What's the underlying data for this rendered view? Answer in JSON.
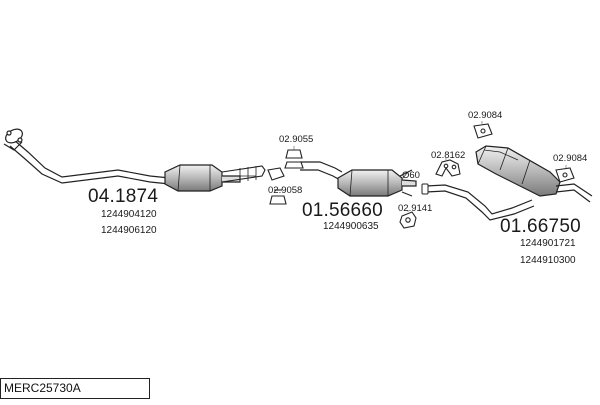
{
  "diagram": {
    "groups": [
      {
        "part_no": "04.1874",
        "oem": [
          "1244904120",
          "1244906120"
        ]
      },
      {
        "part_no": "01.56660",
        "oem": [
          "1244900635"
        ]
      },
      {
        "part_no": "01.66750",
        "oem": [
          "1244901721",
          "1244910300"
        ]
      }
    ],
    "clips": [
      "02.9055",
      "02.9058",
      "02.9141",
      "02.8162",
      "02.9084",
      "02.9084"
    ],
    "pipe_marker": "Ø60"
  },
  "footer": {
    "code": "MERC25730A"
  },
  "colors": {
    "line": "#222222",
    "fill": "#cfcfcf",
    "text": "#1a1a1a"
  }
}
